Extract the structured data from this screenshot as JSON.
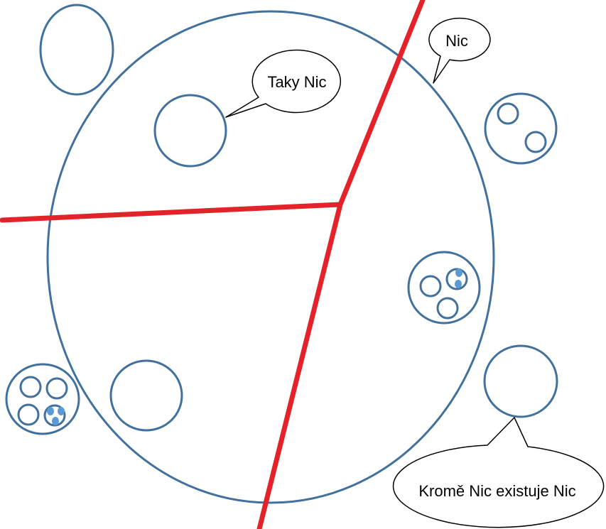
{
  "diagram": {
    "colors": {
      "circle_stroke": "#41719c",
      "dot_fill": "#5b9bd5",
      "divider": "#e4222a",
      "callout_stroke": "#000000",
      "background": "#ffffff"
    },
    "callouts": {
      "taky_nic": "Taky Nic",
      "nic": "Nic",
      "krome": "Kromě Nic existuje Nic"
    }
  }
}
